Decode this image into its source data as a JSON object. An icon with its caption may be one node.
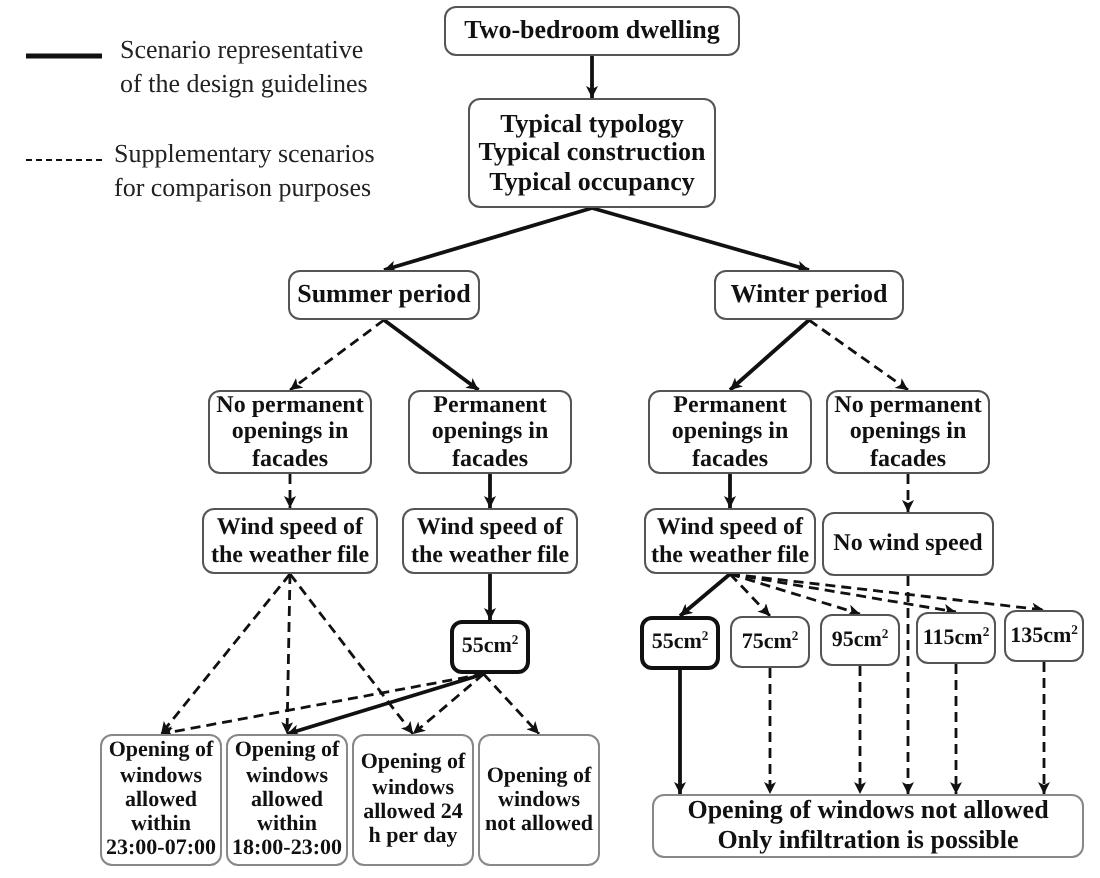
{
  "diagram": {
    "nodes": [
      {
        "text": [
          "Two-bedroom dwelling"
        ]
      },
      {
        "text": [
          "Typical typology",
          "Typical construction",
          "Typical occupancy"
        ]
      },
      {
        "text": [
          "Summer period"
        ]
      },
      {
        "text": [
          "Winter period"
        ]
      },
      {
        "text": [
          "No permanent openings in facades"
        ]
      },
      {
        "text": [
          "Permanent openings in facades"
        ]
      },
      {
        "text": [
          "Permanent openings in facades"
        ]
      },
      {
        "text": [
          "No permanent openings in facades"
        ]
      },
      {
        "text": [
          "Wind speed of the weather file"
        ]
      },
      {
        "text": [
          "Wind speed of the weather file"
        ]
      },
      {
        "text": [
          "Wind speed of the weather file"
        ]
      },
      {
        "text": [
          "No wind speed"
        ]
      },
      {
        "text": [
          "55cm$^{2}$"
        ]
      },
      {
        "text": [
          "55cm$^{2}$"
        ]
      },
      {
        "text": [
          "75cm$^{2}$"
        ]
      },
      {
        "text": [
          "95cm$^{2}$"
        ]
      },
      {
        "text": [
          "115cm$^{2}$"
        ]
      },
      {
        "text": [
          "135cm$^{2}$"
        ]
      },
      {
        "text": [
          "Opening of windows allowed within 23:00-07:00"
        ]
      },
      {
        "text": [
          "Opening of windows allowed within 18:00-23:00"
        ]
      },
      {
        "text": [
          "Opening of windows allowed 24 h per day"
        ]
      },
      {
        "text": [
          "Opening of windows not allowed"
        ]
      },
      {
        "text": [
          "Opening of windows not allowed",
          "Only infiltration is possible"
        ]
      }
    ],
    "edges": [
      {
        "from": 0,
        "to": 1,
        "arrow": "to"
      },
      {
        "from": 1,
        "to": 2,
        "arrow": "to"
      },
      {
        "from": 1,
        "to": 3,
        "arrow": "to"
      },
      {
        "from": 2,
        "to": 4,
        "arrow": "to",
        "style": "dashed"
      },
      {
        "from": 2,
        "to": 5,
        "arrow": "to"
      },
      {
        "from": 3,
        "to": 6,
        "arrow": "to"
      },
      {
        "from": 3,
        "to": 7,
        "arrow": "to",
        "style": "dashed"
      },
      {
        "from": 4,
        "to": 8,
        "arrow": "to",
        "style": "dashed"
      },
      {
        "from": 5,
        "to": 9,
        "arrow": "to"
      },
      {
        "from": 6,
        "to": 10,
        "arrow": "to"
      },
      {
        "from": 7,
        "to": 11,
        "arrow": "to",
        "style": "dashed"
      },
      {
        "from": 8,
        "to": 18,
        "arrow": "to",
        "style": "dashed"
      },
      {
        "from": 8,
        "to": 19,
        "arrow": "to",
        "style": "dashed"
      },
      {
        "from": 8,
        "to": 20,
        "arrow": "to",
        "style": "dashed"
      },
      {
        "from": 9,
        "to": 12,
        "arrow": "to"
      },
      {
        "from": 12,
        "to": 18,
        "arrow": "to",
        "style": "dashed"
      },
      {
        "from": 12,
        "to": 19,
        "arrow": "to"
      },
      {
        "from": 12,
        "to": 20,
        "arrow": "to",
        "style": "dashed"
      },
      {
        "from": 12,
        "to": 21,
        "arrow": "to",
        "style": "dashed"
      },
      {
        "from": 10,
        "to": 13,
        "arrow": "to"
      },
      {
        "from": 10,
        "to": 14,
        "arrow": "to",
        "style": "dashed"
      },
      {
        "from": 10,
        "to": 15,
        "arrow": "to",
        "style": "dashed"
      },
      {
        "from": 10,
        "to": 16,
        "arrow": "to",
        "style": "dashed"
      },
      {
        "from": 10,
        "to": 17,
        "arrow": "to",
        "style": "dashed"
      },
      {
        "from": 13,
        "to": 22,
        "arrow": "to"
      },
      {
        "from": 14,
        "to": 22,
        "arrow": "to",
        "style": "dashed"
      },
      {
        "from": 15,
        "to": 22,
        "arrow": "to",
        "style": "dashed"
      },
      {
        "from": 11,
        "to": 22,
        "arrow": "to",
        "style": "dashed"
      },
      {
        "from": 16,
        "to": 22,
        "arrow": "to",
        "style": "dashed"
      },
      {
        "from": 17,
        "to": 22,
        "arrow": "to",
        "style": "dashed"
      }
    ],
    "legend": [
      {
        "text": "Scenario representative of the design guidelines"
      },
      {
        "text": "Supplementary scenarios for comparison purposes"
      }
    ]
  }
}
